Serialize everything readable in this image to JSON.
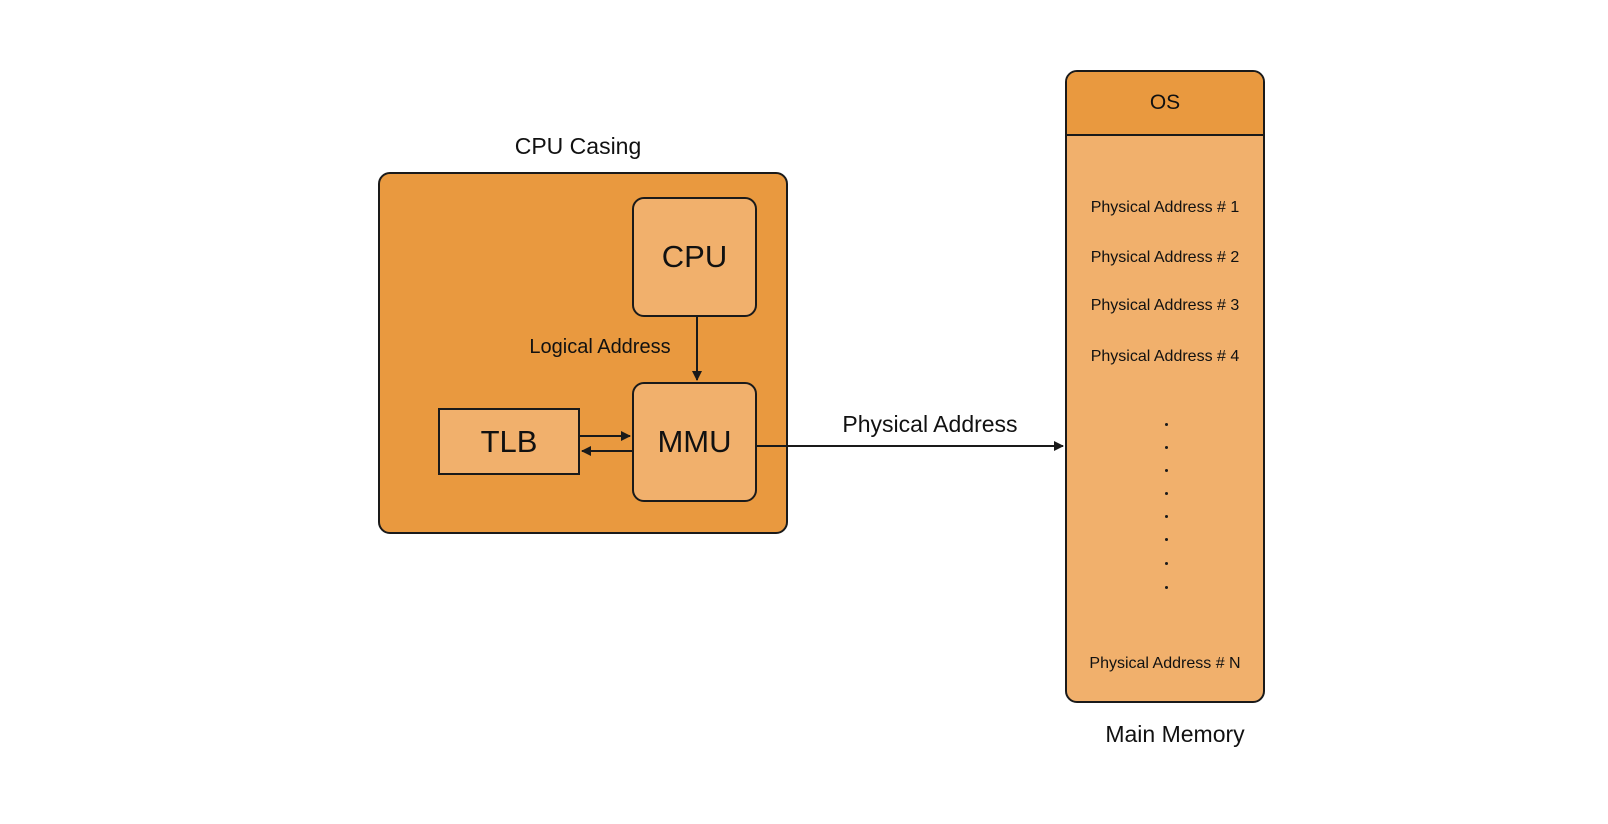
{
  "colors": {
    "casing_fill": "#e9993f",
    "component_fill": "#f1b06c",
    "os_fill": "#e9993f",
    "memory_fill": "#f1b06c",
    "stroke": "#1a1a1a"
  },
  "cpu_casing": {
    "title": "CPU Casing",
    "cpu_label": "CPU",
    "mmu_label": "MMU",
    "tlb_label": "TLB",
    "logical_address_label": "Logical Address"
  },
  "physical_address_label": "Physical Address",
  "main_memory": {
    "title": "Main Memory",
    "os_label": "OS",
    "addresses": [
      "Physical Address # 1",
      "Physical Address # 2",
      "Physical Address # 3",
      "Physical Address # 4"
    ],
    "last_address": "Physical Address # N"
  }
}
